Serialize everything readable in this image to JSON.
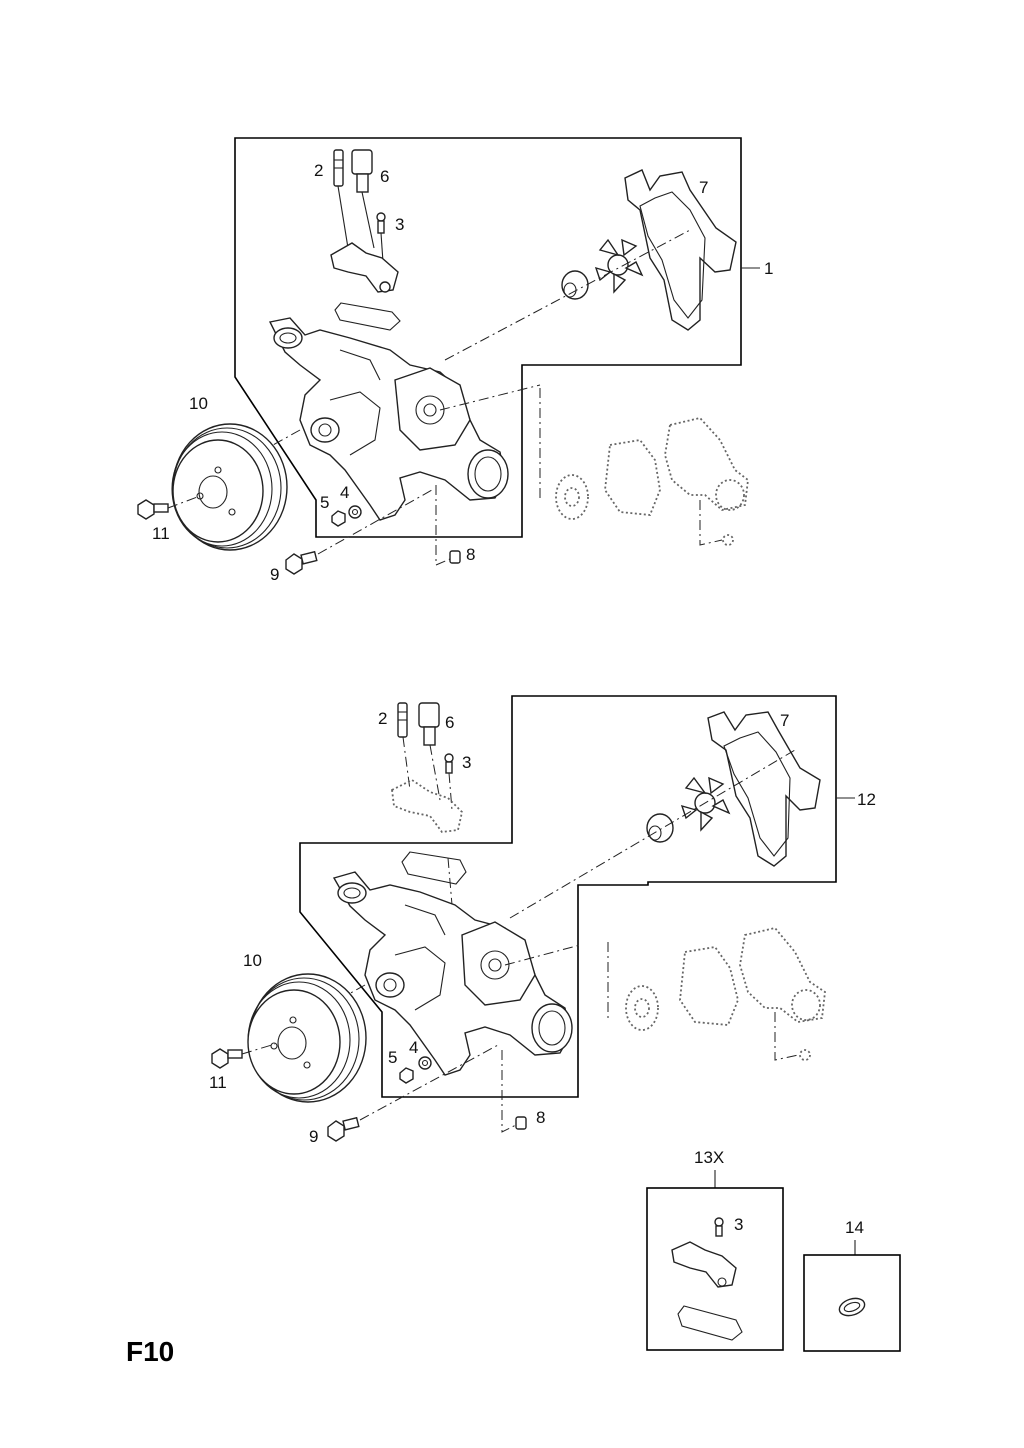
{
  "page_code": "F10",
  "upper": {
    "labels": {
      "l2": "2",
      "l6": "6",
      "l3": "3",
      "l7": "7",
      "l1": "1",
      "l10": "10",
      "l5": "5",
      "l4": "4",
      "l11": "11",
      "l9": "9",
      "l8": "8"
    }
  },
  "lower": {
    "labels": {
      "l2": "2",
      "l6": "6",
      "l3": "3",
      "l7": "7",
      "l12": "12",
      "l10": "10",
      "l5": "5",
      "l4": "4",
      "l11": "11",
      "l9": "9",
      "l8": "8"
    }
  },
  "kits": {
    "kit13": {
      "label": "13X",
      "l3": "3"
    },
    "kit14": {
      "label": "14"
    }
  }
}
